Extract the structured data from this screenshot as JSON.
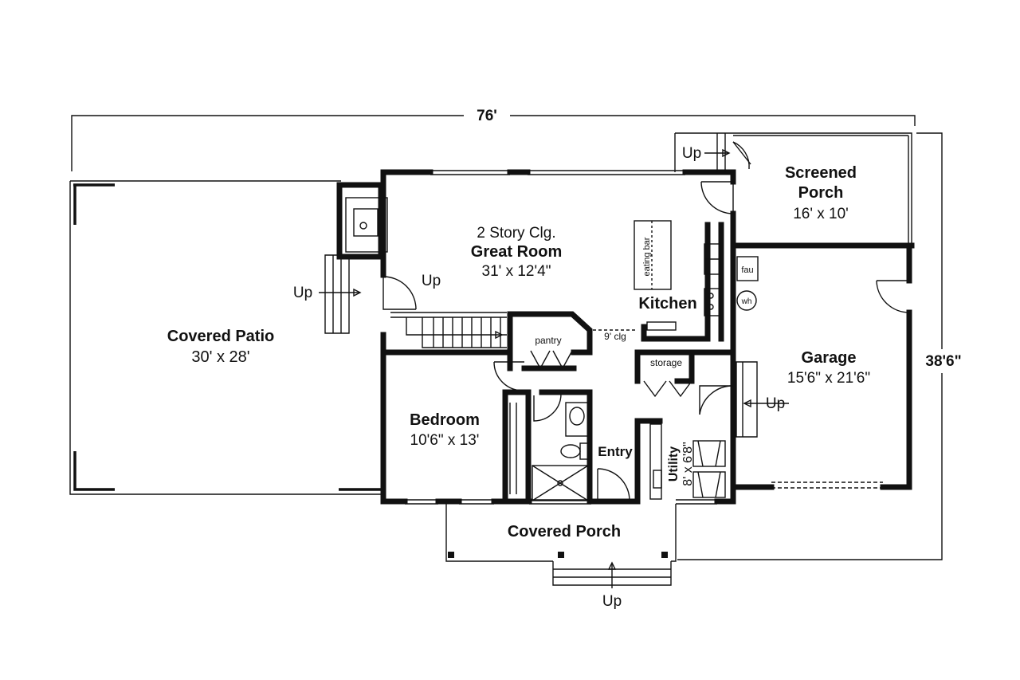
{
  "dimensions": {
    "overall_width": "76'",
    "overall_depth": "38'6\""
  },
  "rooms": {
    "covered_patio": {
      "name": "Covered Patio",
      "size": "30' x 28'"
    },
    "great_room": {
      "note": "2 Story Clg.",
      "name": "Great Room",
      "size": "31' x 12'4\""
    },
    "screened_porch": {
      "name_line1": "Screened",
      "name_line2": "Porch",
      "size": "16' x 10'"
    },
    "kitchen": {
      "name": "Kitchen"
    },
    "eating_bar": {
      "name": "eating bar"
    },
    "pantry": {
      "name": "pantry"
    },
    "ceiling_note": {
      "text": "9' clg"
    },
    "storage": {
      "name": "storage"
    },
    "garage": {
      "name": "Garage",
      "size": "15'6\" x 21'6\""
    },
    "bedroom": {
      "name": "Bedroom",
      "size": "10'6\" x 13'"
    },
    "entry": {
      "name": "Entry"
    },
    "utility": {
      "name": "Utility",
      "size": "8' x 6'8\""
    },
    "covered_porch": {
      "name": "Covered Porch"
    },
    "fau": {
      "name": "fau"
    },
    "wh": {
      "name": "wh"
    }
  },
  "stair_labels": {
    "screened_porch": "Up",
    "patio": "Up",
    "great_room": "Up",
    "garage": "Up",
    "front_porch": "Up"
  }
}
